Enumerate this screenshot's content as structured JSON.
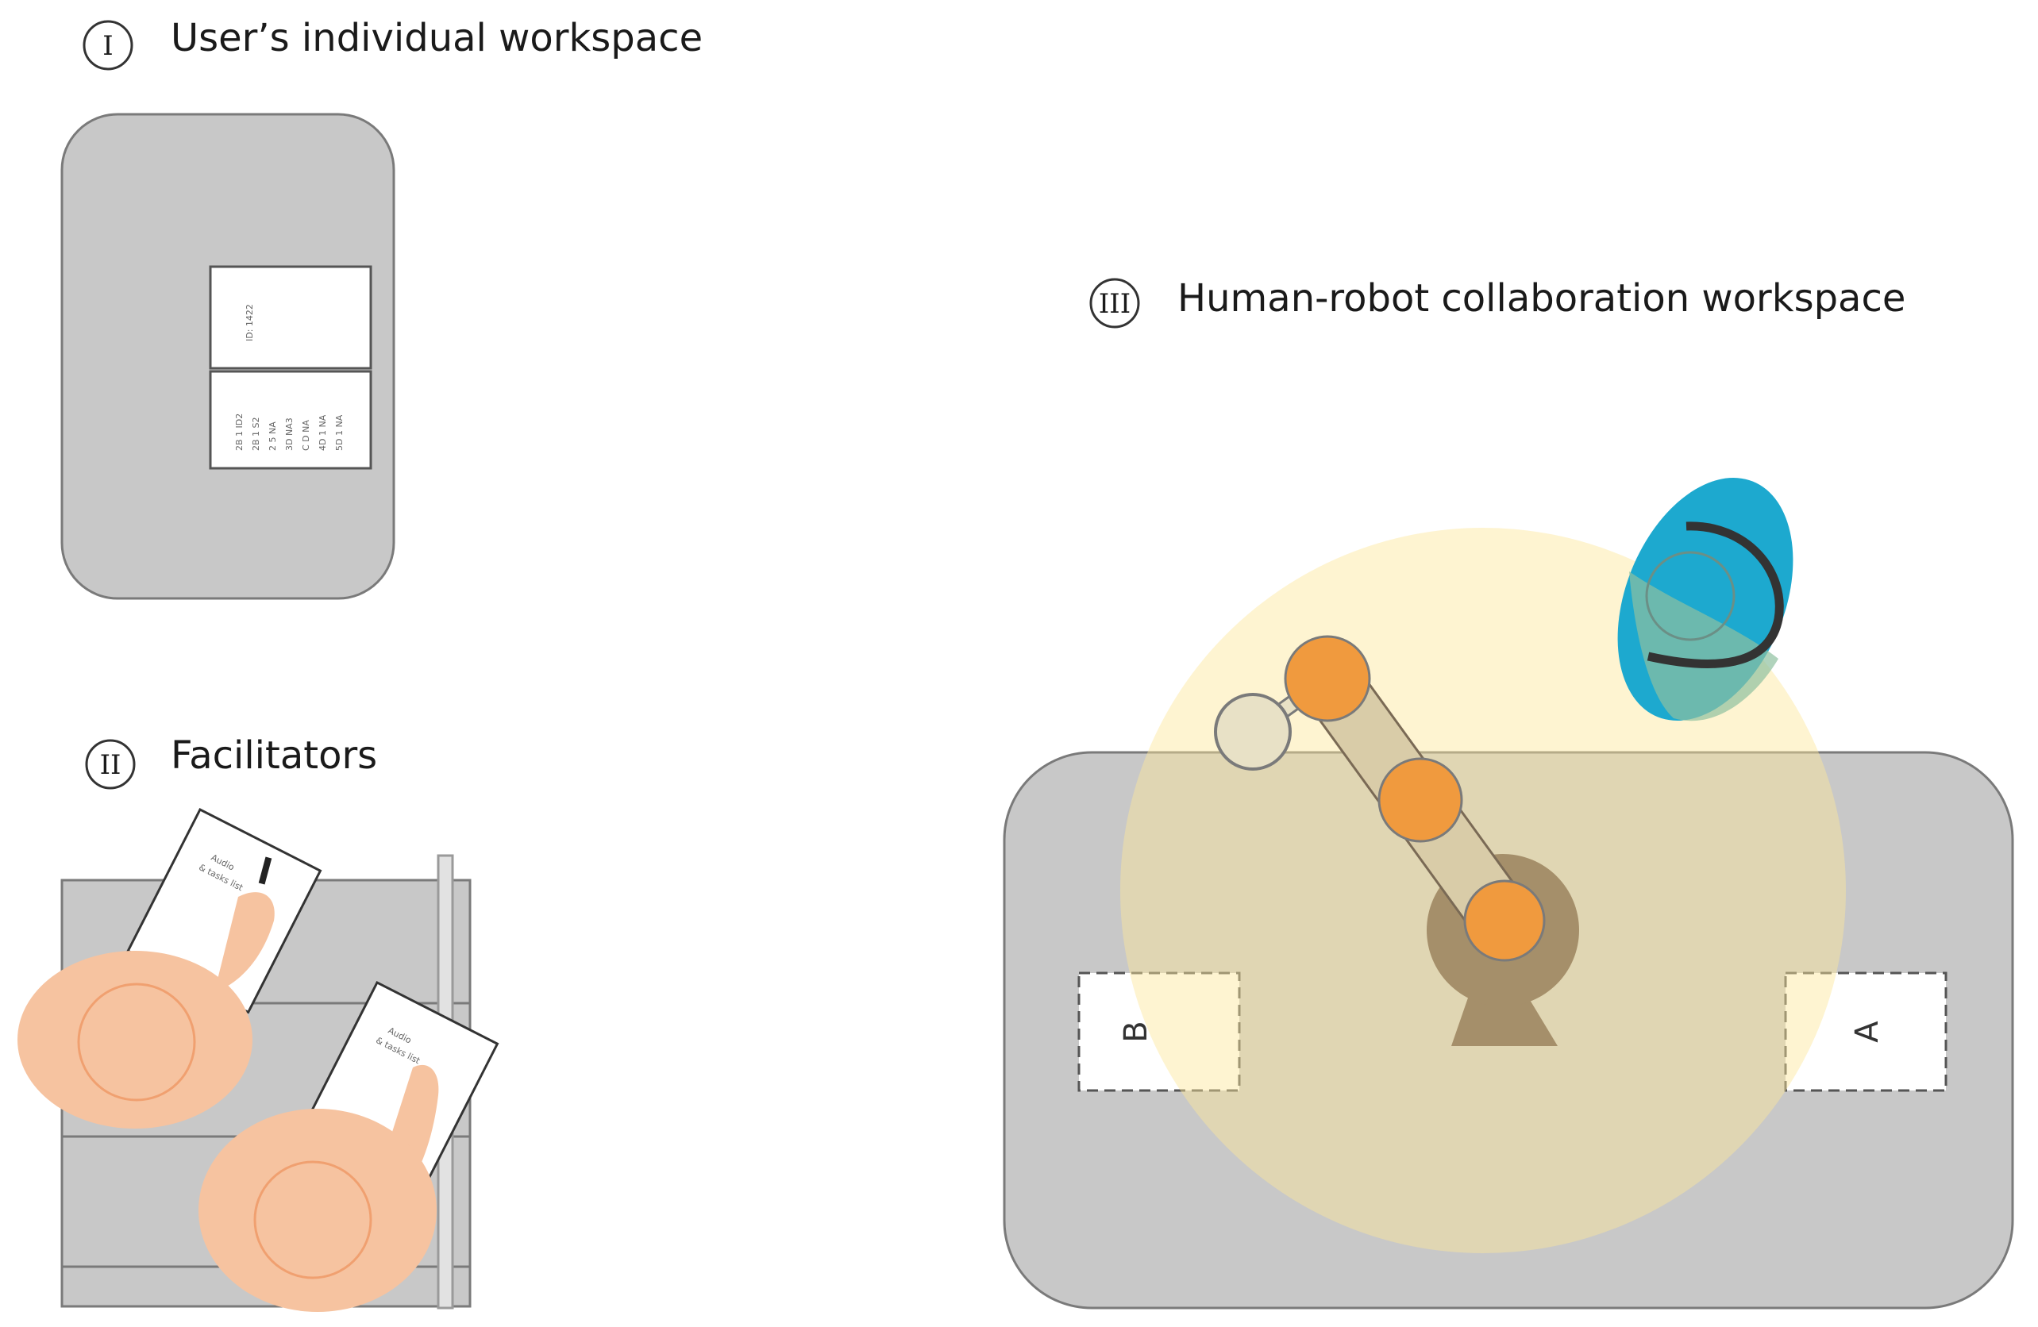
{
  "sections": [
    {
      "numeral": "I",
      "title": "User’s individual workspace"
    },
    {
      "numeral": "II",
      "title": "Facilitators"
    },
    {
      "numeral": "III",
      "title": "Human-robot collaboration workspace"
    }
  ],
  "zones": {
    "left": "B",
    "right": "A"
  },
  "card": {
    "top_text": "ID: 1422",
    "list_items": [
      "2B 1 ID2",
      "2B 1 S2",
      "2 5 NA",
      "3D NA3",
      "C D NA",
      "4D 1 NA",
      "5D 1 NA"
    ]
  },
  "facilitator_sheets": [
    {
      "lines": [
        "Audio",
        "& tasks list"
      ]
    },
    {
      "lines": [
        "Audio",
        "& tasks list"
      ]
    }
  ],
  "colors": {
    "table": "#c8c8c8",
    "table_stroke": "#7a7a7a",
    "robot_reach": "#fce79a",
    "robot_joint": "#f09a3e",
    "robot_base": "#a58f6a",
    "human_head": "#1da9cf",
    "human_shoulder": "#6fbfa9",
    "skin": "#f6c3a0",
    "skin_stroke": "#f0a070"
  }
}
